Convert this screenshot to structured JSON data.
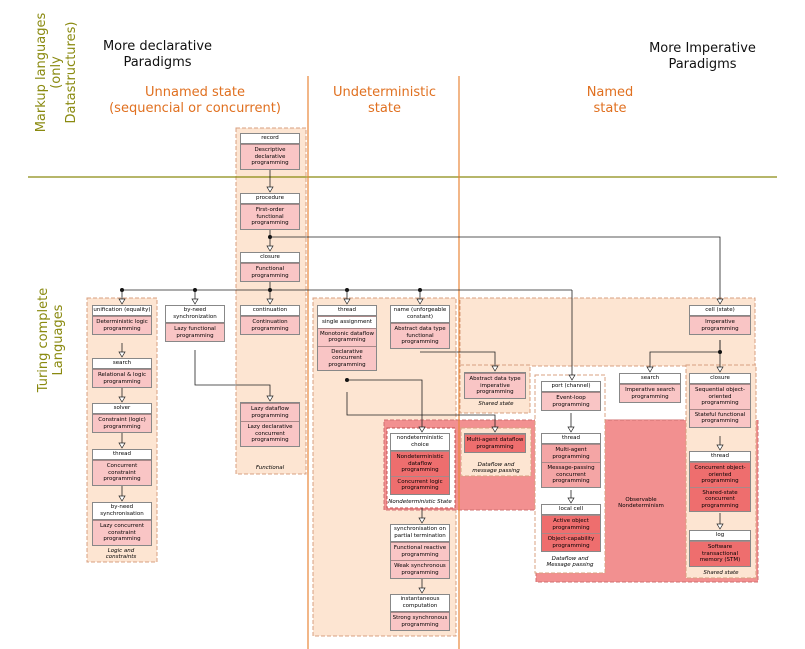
{
  "headers": {
    "declarative": "More declarative\nParadigms",
    "imperative": "More Imperative\nParadigms"
  },
  "side": {
    "markup": "Markup languages\n(only Datastructures)",
    "turing": "Turing complete\nLanguages"
  },
  "columns": {
    "unnamed": "Unnamed state\n(sequencial or concurrent)",
    "undeterministic": "Undeterministic\nstate",
    "named": "Named\nstate"
  },
  "colors": {
    "orange": "#e8873a",
    "olive": "#8a8a10",
    "peach": "#fde5d2",
    "pink": "#f9c5c5",
    "red": "#f29090",
    "deepred": "#ee6e6e"
  },
  "nodes": {
    "record": {
      "head": "record",
      "cells": [
        "Descriptive declarative programming"
      ]
    },
    "procedure": {
      "head": "procedure",
      "cells": [
        "First-order functional programming"
      ]
    },
    "closure1": {
      "head": "closure",
      "cells": [
        "Functional programming"
      ]
    },
    "continuation": {
      "head": "continuation",
      "cells": [
        "Continuation programming"
      ]
    },
    "lazy": {
      "head": "",
      "cells": [
        "Lazy dataflow programming",
        "Lazy declarative concurrent programming"
      ]
    },
    "byneed1": {
      "head": "by-need synchronization",
      "cells": [
        "Lazy functional programming"
      ]
    },
    "unification": {
      "head": "unification (equality)",
      "cells": [
        "Deterministic logic programming"
      ]
    },
    "search1": {
      "head": "search",
      "cells": [
        "Relational & logic programming"
      ]
    },
    "solver": {
      "head": "solver",
      "cells": [
        "Constraint (logic) programming"
      ]
    },
    "thread1": {
      "head": "thread",
      "cells": [
        "Concurrent constraint programming"
      ]
    },
    "byneed2": {
      "head": "by-need synchronisation",
      "cells": [
        "Lazy concurrent constraint programming"
      ]
    },
    "thread2": {
      "head": "thread",
      "cells": [
        "single assignment",
        "Monotonic dataflow programming",
        "Declarative concurrent programming"
      ]
    },
    "name": {
      "head": "name (unforgeable constant)",
      "cells": [
        "Abstract data type functional programming"
      ]
    },
    "adt": {
      "head": "",
      "cells": [
        "Abstract data type imperative programming"
      ]
    },
    "nondet": {
      "head": "nondeterministic choice",
      "cells": [
        "Nondeterministic dataflow programming",
        "Concurrent logic programming"
      ]
    },
    "multiagent": {
      "head": "",
      "cells": [
        "Multi-agent dataflow programming"
      ]
    },
    "sync": {
      "head": "synchronisation on partial termination",
      "cells": [
        "Functional reactive programming",
        "Weak synchronous programming"
      ]
    },
    "instant": {
      "head": "instantaneous computation",
      "cells": [
        "Strong synchronous programming"
      ]
    },
    "port": {
      "head": "port (channel)",
      "cells": [
        "Event-loop programming"
      ]
    },
    "thread3": {
      "head": "thread",
      "cells": [
        "Multi-agent programming",
        "Message-passing concurrent programming"
      ]
    },
    "localcell": {
      "head": "local cell",
      "cells": [
        "Active object programming",
        "Object-capability programming"
      ]
    },
    "cell": {
      "head": "cell (state)",
      "cells": [
        "Imperative programming"
      ]
    },
    "search2": {
      "head": "search",
      "cells": [
        "Imperative search programming"
      ]
    },
    "closure2": {
      "head": "closure",
      "cells": [
        "Sequential object-oriented programming",
        "Stateful functional programming"
      ]
    },
    "thread4": {
      "head": "thread",
      "cells": [
        "Concurrent object-oriented programming",
        "Shared-state concurrent programming"
      ]
    },
    "log": {
      "head": "log",
      "cells": [
        "Software transactional memory (STM)"
      ]
    }
  },
  "notes": {
    "functional": "Functional",
    "logic": "Logic and\nconstraints",
    "nondetstate": "Nondeterministic State",
    "shared1": "Shared state",
    "dataflowmp": "Dataflow and\nmessage passing",
    "dataflowmp2": "Dataflow and\nMessage passing",
    "observable": "Observable\nNondeterminism",
    "shared2": "Shared state"
  }
}
